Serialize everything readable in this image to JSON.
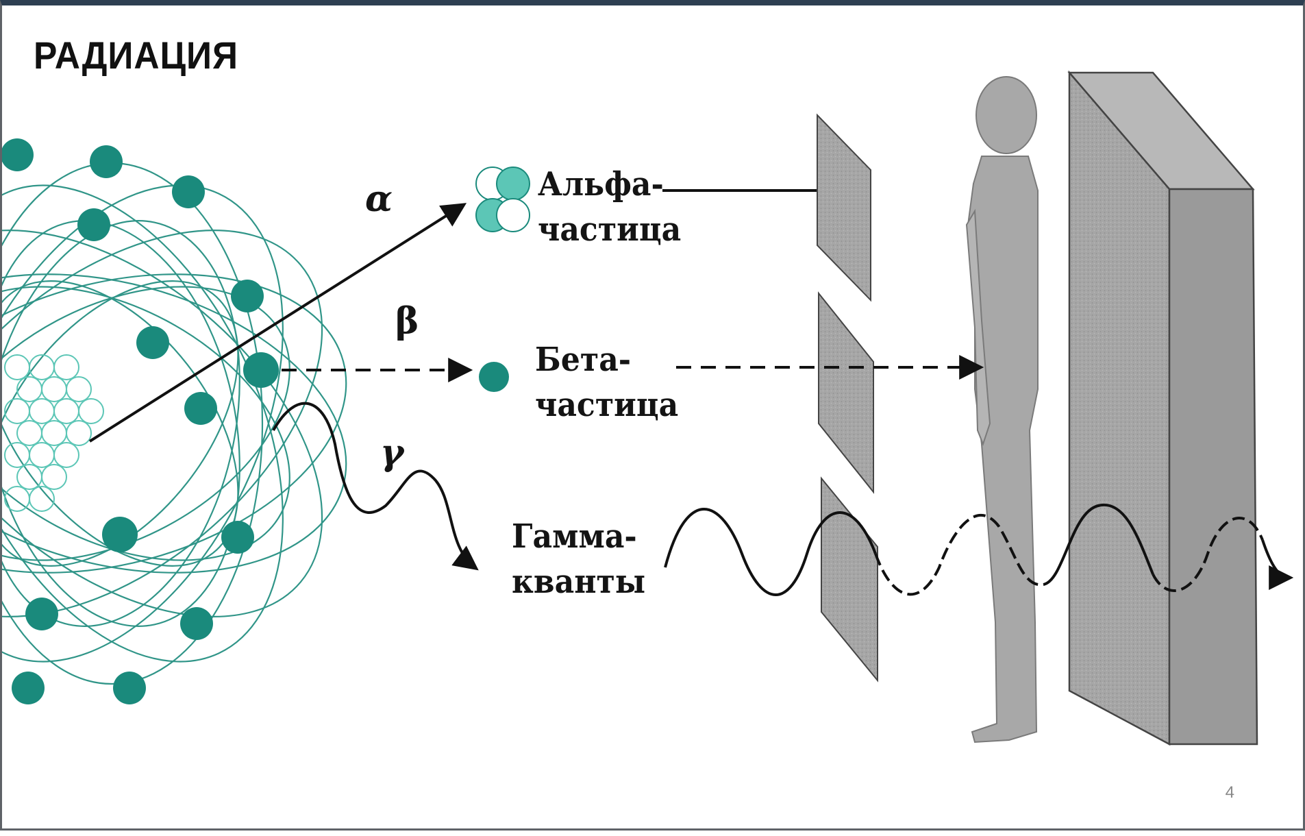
{
  "title": "РАДИАЦИЯ",
  "symbols": {
    "alpha": "α",
    "beta": "β",
    "gamma": "γ"
  },
  "labels": {
    "alpha_line1": "Альфа-",
    "alpha_line2": "частица",
    "beta_line1": "Бета-",
    "beta_line2": "частица",
    "gamma_line1": "Гамма-",
    "gamma_line2": "кванты"
  },
  "page_number": "4",
  "colors": {
    "teal": "#1a8a7c",
    "teal_light": "#5cc6b6",
    "gray_barrier": "#a2a2a2",
    "gray_box": "#9c9c9c",
    "human": "#a8a8a8",
    "line": "#111111"
  }
}
